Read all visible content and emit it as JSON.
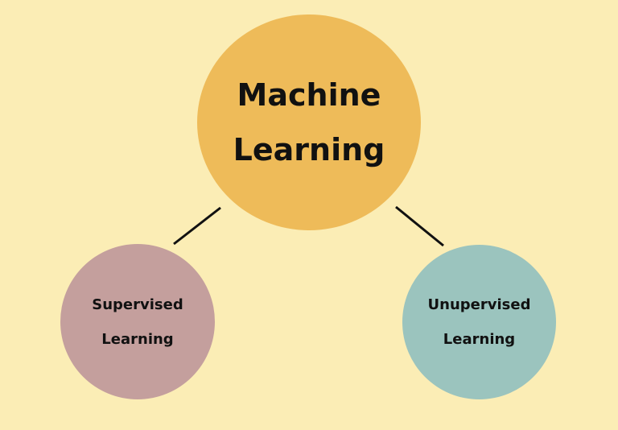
{
  "diagram": {
    "background": "#FBEDB5",
    "root": {
      "line1": "Machine",
      "line2": "Learning",
      "color": "#EEBB59"
    },
    "children": [
      {
        "line1": "Supervised",
        "line2": "Learning",
        "color": "#C49F9D"
      },
      {
        "line1": "Unupervised",
        "line2": "Learning",
        "color": "#9BC4BE"
      }
    ],
    "connector_color": "#111111"
  }
}
